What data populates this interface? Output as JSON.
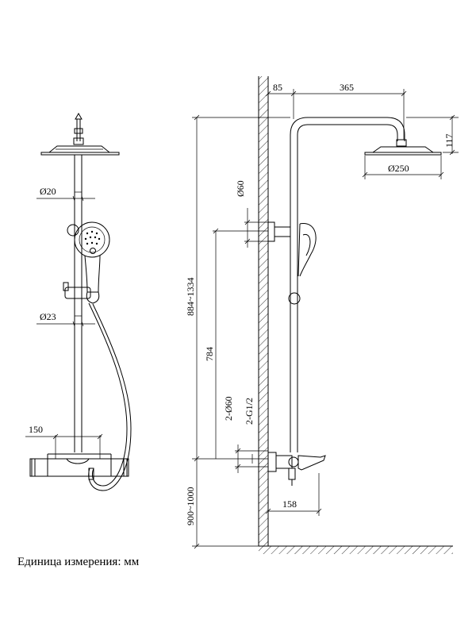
{
  "dimensions": {
    "front_pipe_diameter": "Ø20",
    "front_bar_diameter": "Ø23",
    "front_mixer_width": "150",
    "side_wall_offset": "85",
    "side_arm_length": "365",
    "side_head_height": "117",
    "side_head_diameter": "Ø250",
    "side_holder_diameter": "Ø60",
    "side_total_height": "884~1334",
    "side_holder_height": "784",
    "side_flange_diameter": "2-Ø60",
    "side_connection_thread": "2-G1/2",
    "side_mixer_height": "900~1000",
    "side_spout_length": "158"
  },
  "caption": "Единица измерения: мм"
}
